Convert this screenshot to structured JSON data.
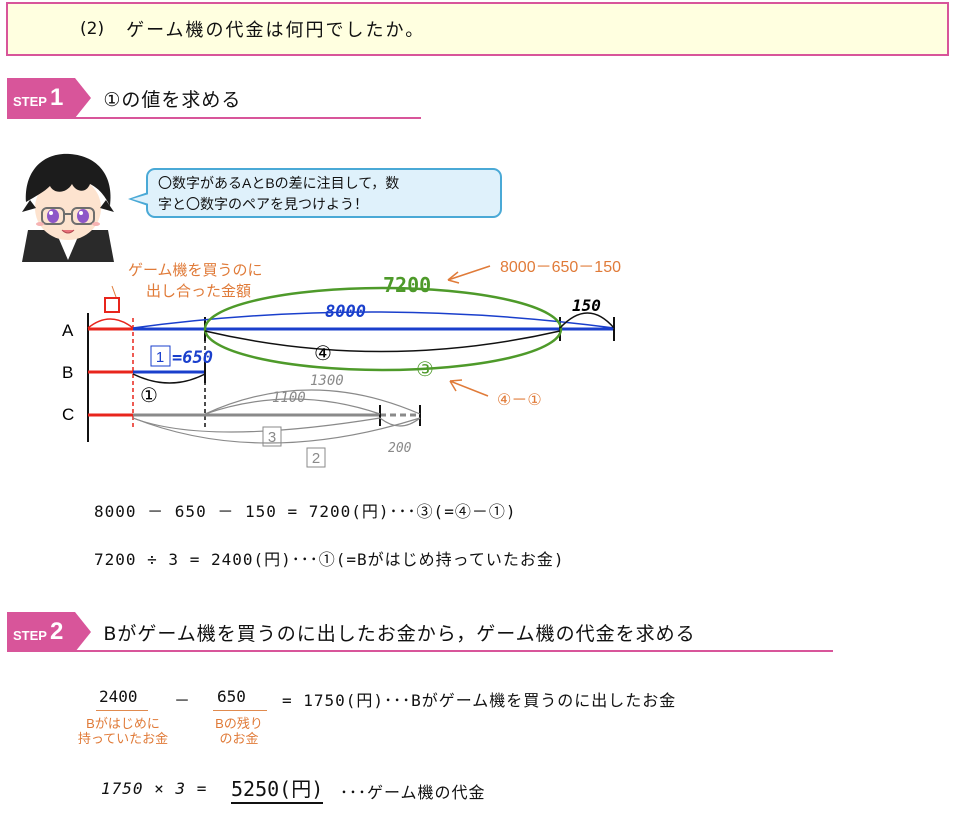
{
  "question": {
    "number": "(2)",
    "text": "ゲーム機の代金は何円でしたか。"
  },
  "step1": {
    "word": "STEP",
    "num": "1",
    "title": "①の値を求める"
  },
  "bubble": {
    "line1": "〇数字があるAとBの差に注目して，数",
    "line2": "字と〇数字のペアを見つけよう！"
  },
  "diagram": {
    "row_labels": [
      "A",
      "B",
      "C"
    ],
    "note_left_1": "ゲーム機を買うのに",
    "note_left_2": "出し合った金額",
    "box_label": "□",
    "label_8000": "8000",
    "label_7200": "7200",
    "label_150": "150",
    "label_four": "④",
    "label_three": "③",
    "label_one_eq_num": "1",
    "label_one_eq_rest": "=650",
    "label_one": "①",
    "label_1300": "1300",
    "label_1100": "1100",
    "label_box3": "3",
    "label_box2": "2",
    "label_200": "200",
    "note_right_top": "8000－650－150",
    "note_right_bottom": "④－①",
    "colors": {
      "red": "#e8251c",
      "blue": "#1a3fcc",
      "green": "#4e9a2a",
      "gray": "#8a8a8a",
      "orange": "#e07b39"
    }
  },
  "calc1": "8000 － 650 － 150 = 7200(円)･･･③(=④－①)",
  "calc2": "7200 ÷ 3 = 2400(円)･･･①(=Bがはじめ持っていたお金)",
  "step2": {
    "word": "STEP",
    "num": "2",
    "title": "Bがゲーム機を買うのに出したお金から，ゲーム機の代金を求める"
  },
  "calc3": {
    "v1": "2400",
    "op": "－",
    "v2": "650",
    "rest": "= 1750(円)･･･Bがゲーム機を買うのに出したお金",
    "note1_line1": "Bがはじめに",
    "note1_line2": "持っていたお金",
    "note2_line1": "Bの残り",
    "note2_line2": "のお金"
  },
  "calc4": {
    "left": "1750 × 3  =",
    "answer": "5250(円)",
    "rest": "･･･ゲーム機の代金"
  }
}
